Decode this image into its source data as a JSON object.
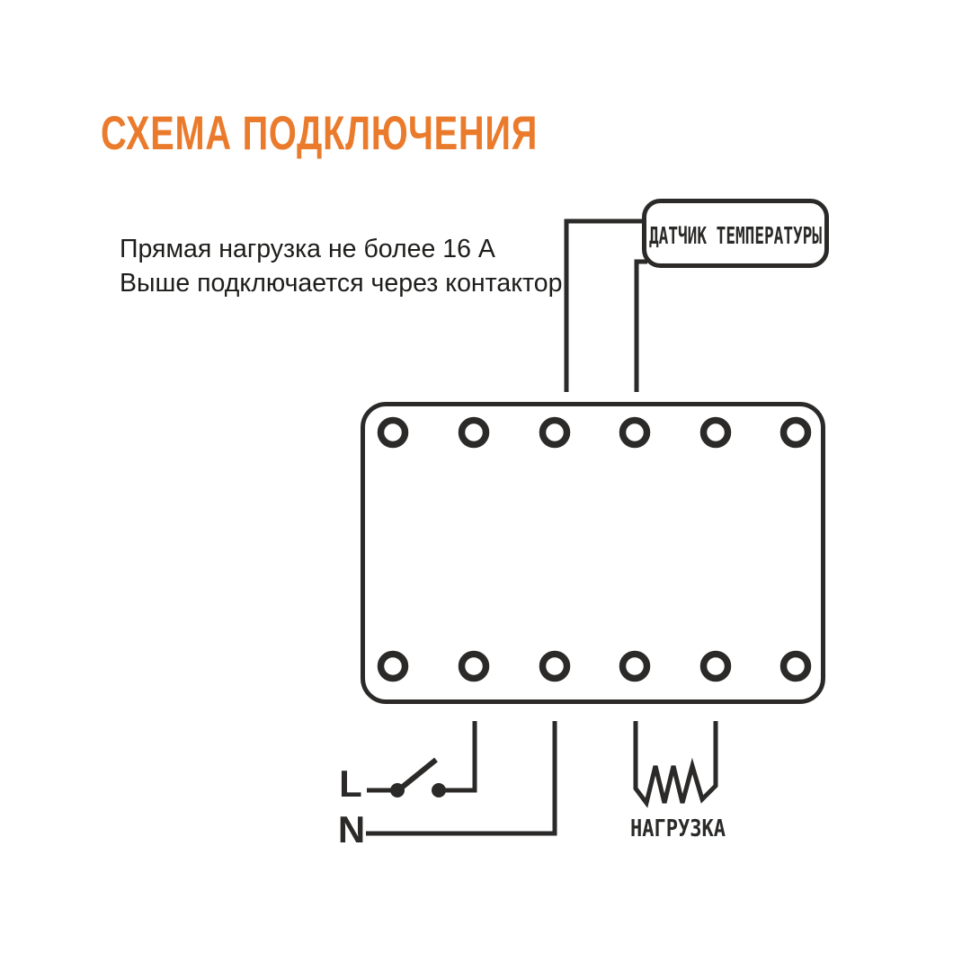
{
  "page": {
    "background_color": "#FFFFFF",
    "accent_color": "#EB7B2C",
    "line_color": "#2B2A29"
  },
  "header": {
    "title": "СХЕМА ПОДКЛЮЧЕНИЯ"
  },
  "note": {
    "line1": "Прямая нагрузка не более 16 А",
    "line2": "Выше подключается через контактор"
  },
  "diagram": {
    "sensor_label": "ДАТЧИК ТЕМПЕРАТУРЫ",
    "load_label": "НАГРУЗКА",
    "live_label": "L",
    "neutral_label": "N",
    "device": {
      "top_terminal_count": 6,
      "bottom_terminal_count": 6
    }
  }
}
